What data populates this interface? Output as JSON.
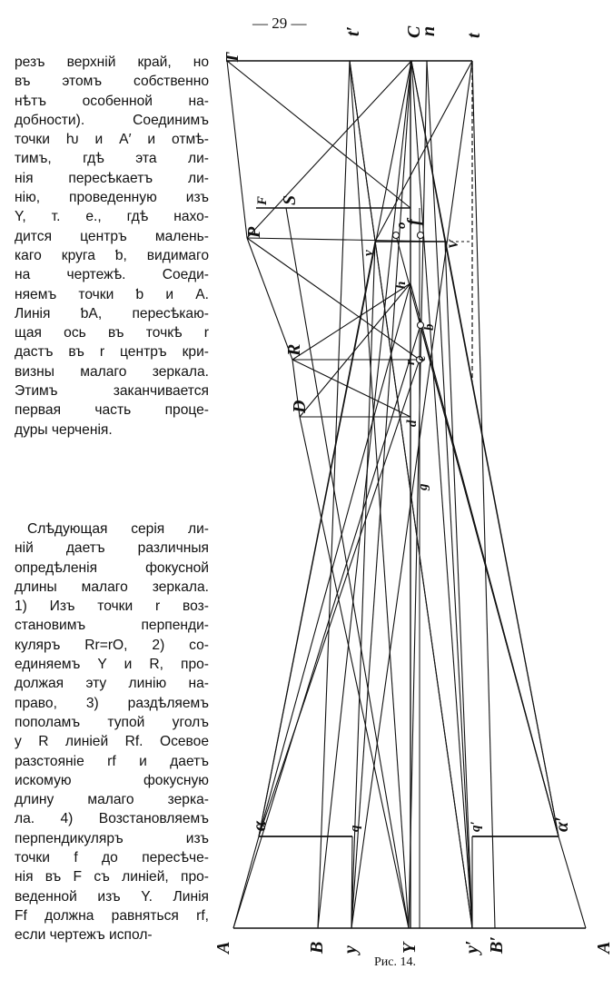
{
  "page_number": "— 29 —",
  "column1_lines": [
    "резъ верхній край, но",
    "въ этомъ собственно",
    "нѣтъ особенной на-",
    "добности). Соединимъ",
    "точки ƕ и А′ и отмѣ-",
    "тимъ, гдѣ эта ли-",
    "нія пересѣкаетъ ли-",
    "нію, проведенную изъ",
    "Y, т. е., гдѣ нахо-",
    "дится центръ малень-",
    "каго круга ƅ, видимаго",
    "на чертежѣ. Соеди-",
    "няемъ точки ƅ и А.",
    "Линія ƅА, пересѣкаю-",
    "щая ось въ точкѣ r",
    "дастъ въ r центръ кри-",
    "визны малаго зеркала.",
    "Этимъ заканчивается",
    "первая часть проце-",
    "дуры черченія."
  ],
  "column2_lines": [
    "Слѣдующая серія ли-",
    "ній даетъ различныя",
    "опредѣленія фокусной",
    "длины малаго зеркала.",
    "1) Изъ точки r воз-",
    "становимъ перпенди-",
    "куляръ Rr=rO, 2) со-",
    "единяемъ Y и R, про-",
    "должая эту линію на-",
    "право, 3) раздѣляемъ",
    "пополамъ тупой уголъ",
    "у R линіей Rf. Осевое",
    "разстояніе rf и даетъ",
    "искомую фокусную",
    "длину малаго зерка-",
    "ла. 4) Возстановляемъ",
    "перпендикуляръ изъ",
    "точки f до пересѣче-",
    "нія въ F съ линіей, про-",
    "веденной изъ Y. Линія",
    "Ff должна равняться rf,",
    "если чертежъ испол-"
  ],
  "figure": {
    "caption": "Рис. 14.",
    "labels": {
      "T": "T",
      "t_prime": "t′",
      "C": "C",
      "n": "n",
      "t": "t",
      "F": "F",
      "S": "S",
      "f": "f",
      "P": "P",
      "v": "v",
      "o": "o",
      "V": "V",
      "h": "h",
      "b": "b",
      "R": "R",
      "r": "r",
      "e": "e",
      "D": "D",
      "d": "d",
      "g": "g",
      "alpha": "α",
      "q": "q",
      "q_prime": "q′",
      "alpha_prime": "α′",
      "A": "A",
      "B": "B",
      "y": "y",
      "Y": "Y",
      "y_prime": "y′",
      "B_prime": "B′",
      "A_prime": "A"
    }
  }
}
